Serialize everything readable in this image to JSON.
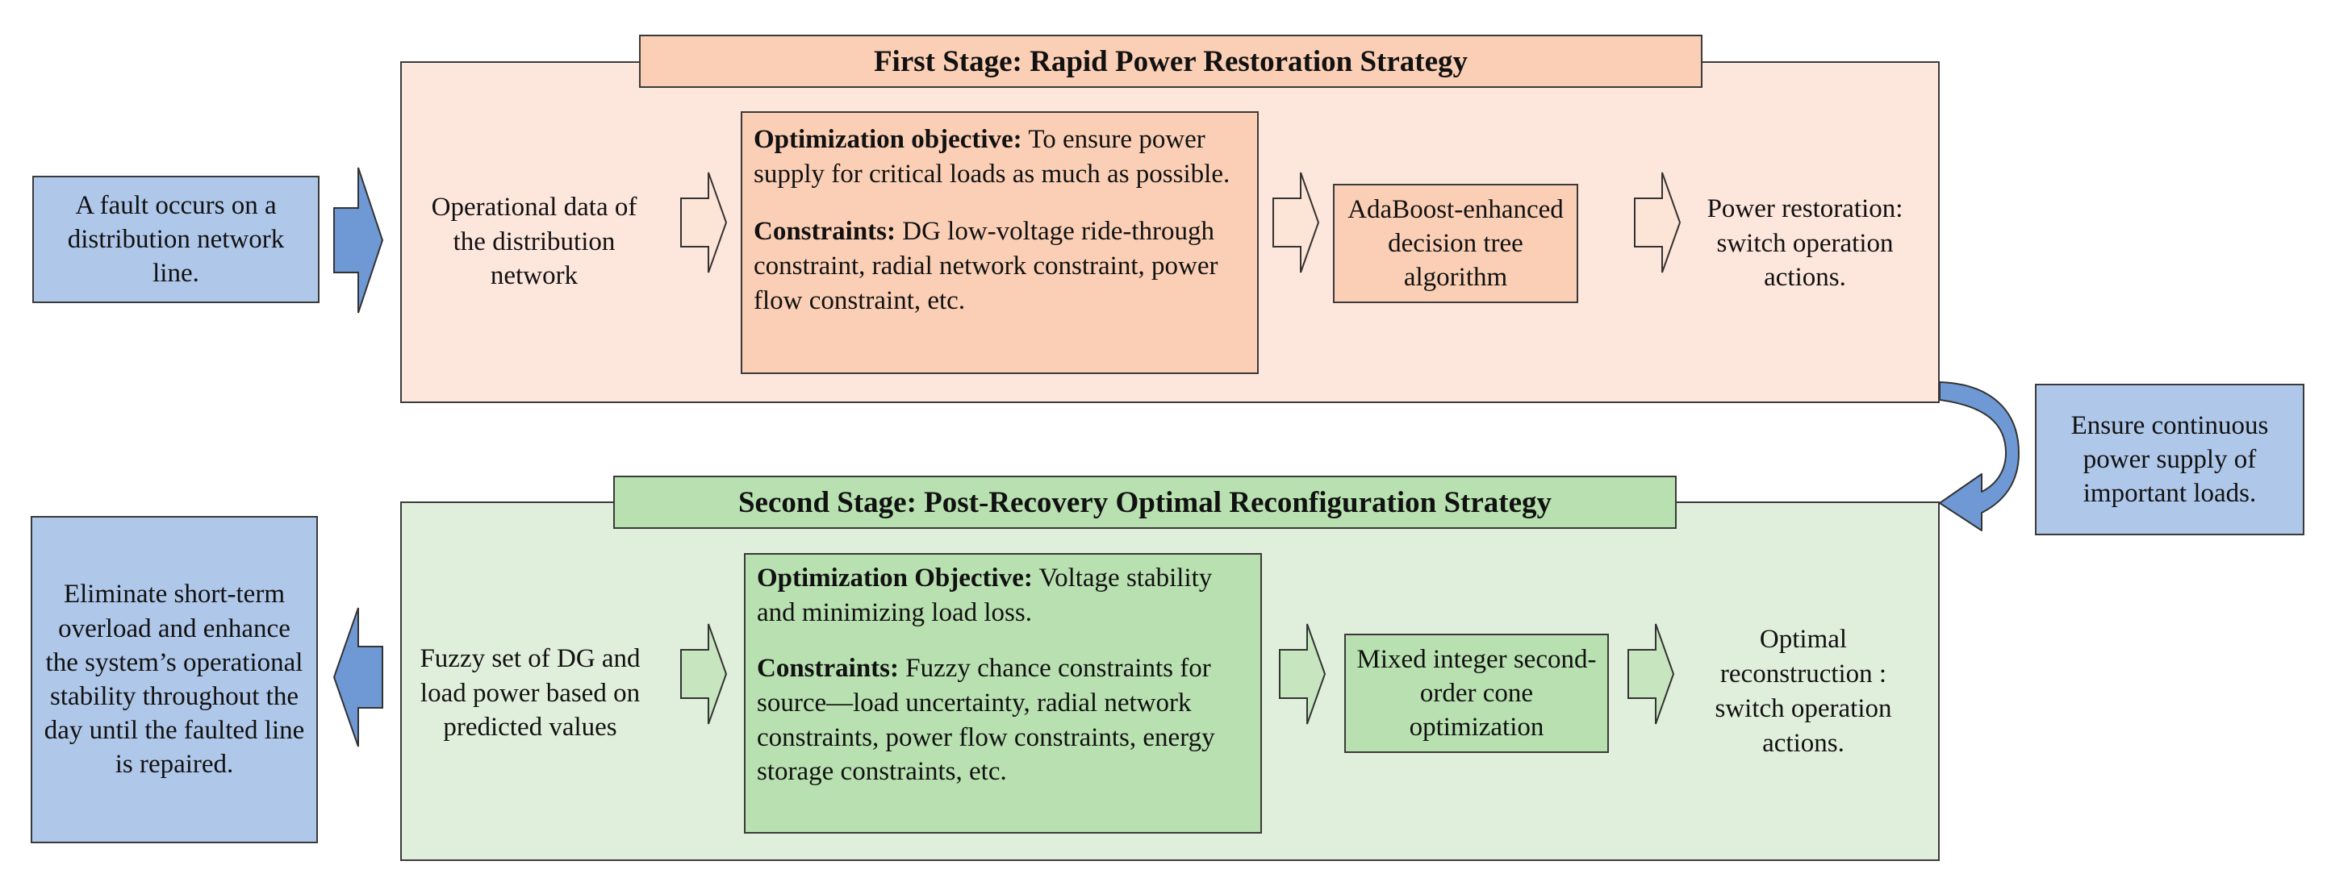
{
  "colors": {
    "stage1_panel": "#fde6dc",
    "stage1_box": "#fbcfb5",
    "stage1_title": "#fbcfb5",
    "stage2_panel": "#e0efdb",
    "stage2_box": "#b8e0b0",
    "stage2_title": "#b8e0b0",
    "side_box": "#afc7e9",
    "blue_arrow": "#6f99d5"
  },
  "stage1": {
    "title": "First Stage: Rapid Power Restoration Strategy",
    "input_text": "Operational data of the distribution network",
    "objective_label": "Optimization objective:",
    "objective_text": "To ensure power supply for critical loads as much as possible.",
    "constraints_label": "Constraints:",
    "constraints_text": "DG low-voltage ride-through constraint, radial network constraint, power flow constraint, etc.",
    "algorithm": "AdaBoost-enhanced decision tree algorithm",
    "output_text": "Power restoration: switch operation actions."
  },
  "stage2": {
    "title": "Second Stage: Post-Recovery Optimal Reconfiguration Strategy",
    "input_text": "Fuzzy set of DG and load power based on predicted values",
    "objective_label": "Optimization Objective:",
    "objective_text": "Voltage stability and minimizing load loss.",
    "constraints_label": "Constraints:",
    "constraints_text": "Fuzzy chance constraints for source—load uncertainty, radial network constraints, power flow constraints, energy storage constraints, etc.",
    "algorithm": "Mixed integer second-order cone optimization",
    "output_text": "Optimal reconstruction : switch operation actions."
  },
  "side": {
    "fault_text": "A fault occurs on a distribution network line.",
    "ensure_text": "Ensure continuous power supply of important loads.",
    "eliminate_text": "Eliminate short-term overload and enhance the system’s operational stability throughout the day until the faulted line is repaired."
  }
}
